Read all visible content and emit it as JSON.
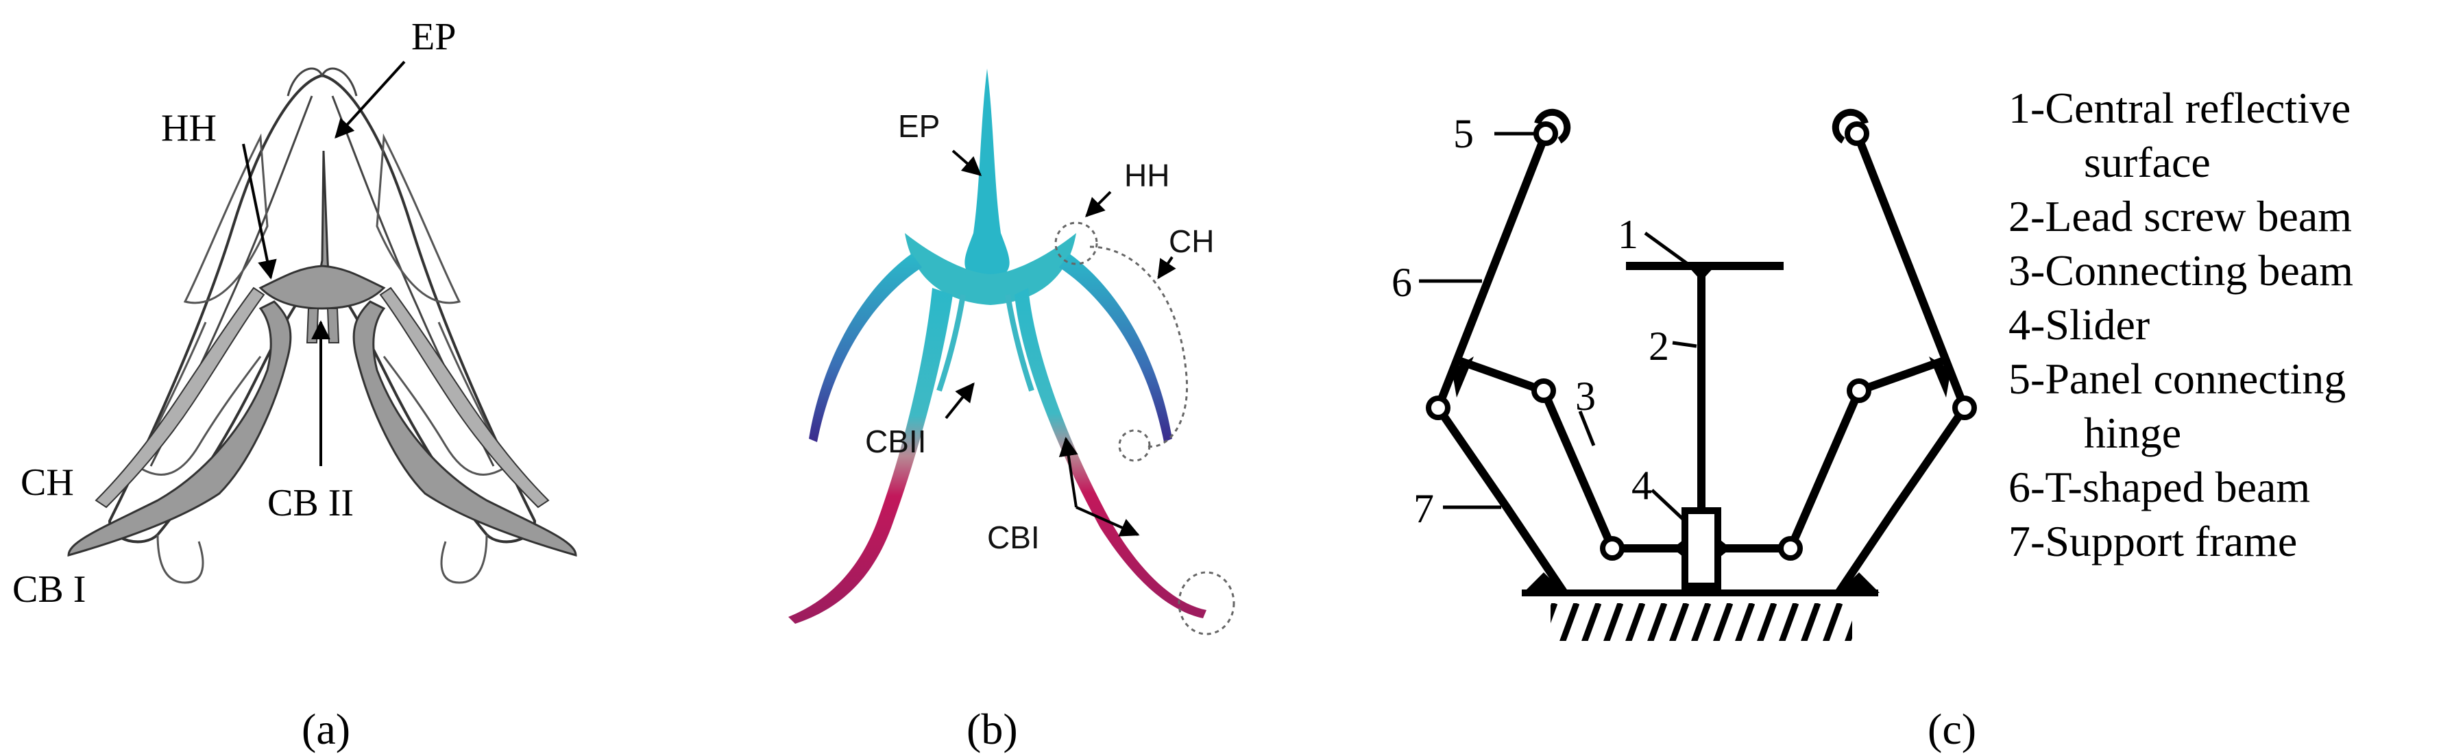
{
  "panel_a": {
    "caption": "(a)",
    "labels": {
      "ep": "EP",
      "hh": "HH",
      "ch": "CH",
      "cb2": "CB II",
      "cb1": "CB I"
    }
  },
  "panel_b": {
    "caption": "(b)",
    "labels": {
      "ep": "EP",
      "hh": "HH",
      "ch": "CH",
      "cb2": "CBII",
      "cb1": "CBI"
    }
  },
  "panel_c": {
    "caption": "(c)",
    "numbers": {
      "n1": "1",
      "n2": "2",
      "n3": "3",
      "n4": "4",
      "n5": "5",
      "n6": "6",
      "n7": "7"
    },
    "legend": [
      {
        "text": "1-Central reflective",
        "cont": "surface"
      },
      {
        "text": "2-Lead screw beam"
      },
      {
        "text": "3-Connecting beam"
      },
      {
        "text": "4-Slider"
      },
      {
        "text": "5-Panel connecting",
        "cont": "hinge"
      },
      {
        "text": "6-T-shaped beam"
      },
      {
        "text": "7-Support frame"
      }
    ]
  },
  "colors": {
    "bone_gray": "#9a9a9a",
    "bone_blue": "#29b6c8",
    "bone_magenta": "#c2185b",
    "ink": "#000000"
  }
}
